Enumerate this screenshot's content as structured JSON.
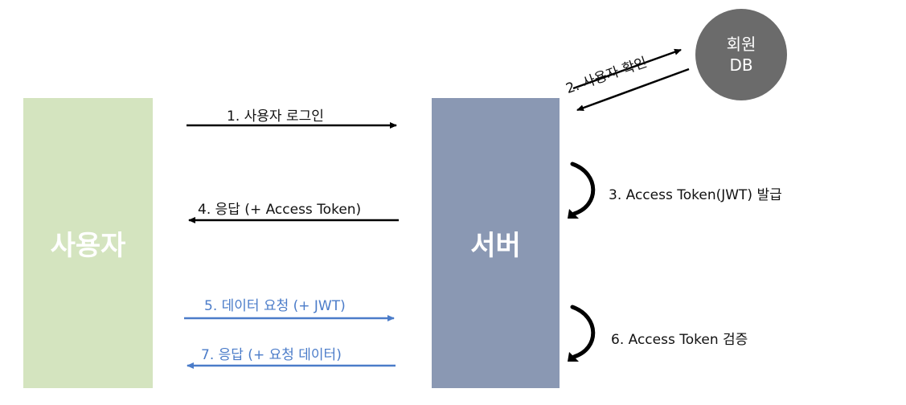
{
  "nodes": {
    "user": "사용자",
    "server": "서버",
    "db_line1": "회원",
    "db_line2": "DB"
  },
  "steps": {
    "s1": "1. 사용자 로그인",
    "s2": "2. 사용자 확인",
    "s3": "3. Access Token(JWT) 발급",
    "s4": "4. 응답 (+ Access Token)",
    "s5": "5. 데이터 요청 (+ JWT)",
    "s6": "6. Access Token 검증",
    "s7": "7. 응답 (+ 요청 데이터)"
  },
  "colors": {
    "user_box": "#d4e4bf",
    "server_box": "#8a98b3",
    "db_circle": "#6b6b6b",
    "arrow_black": "#000000",
    "arrow_blue": "#4b7cc9"
  }
}
